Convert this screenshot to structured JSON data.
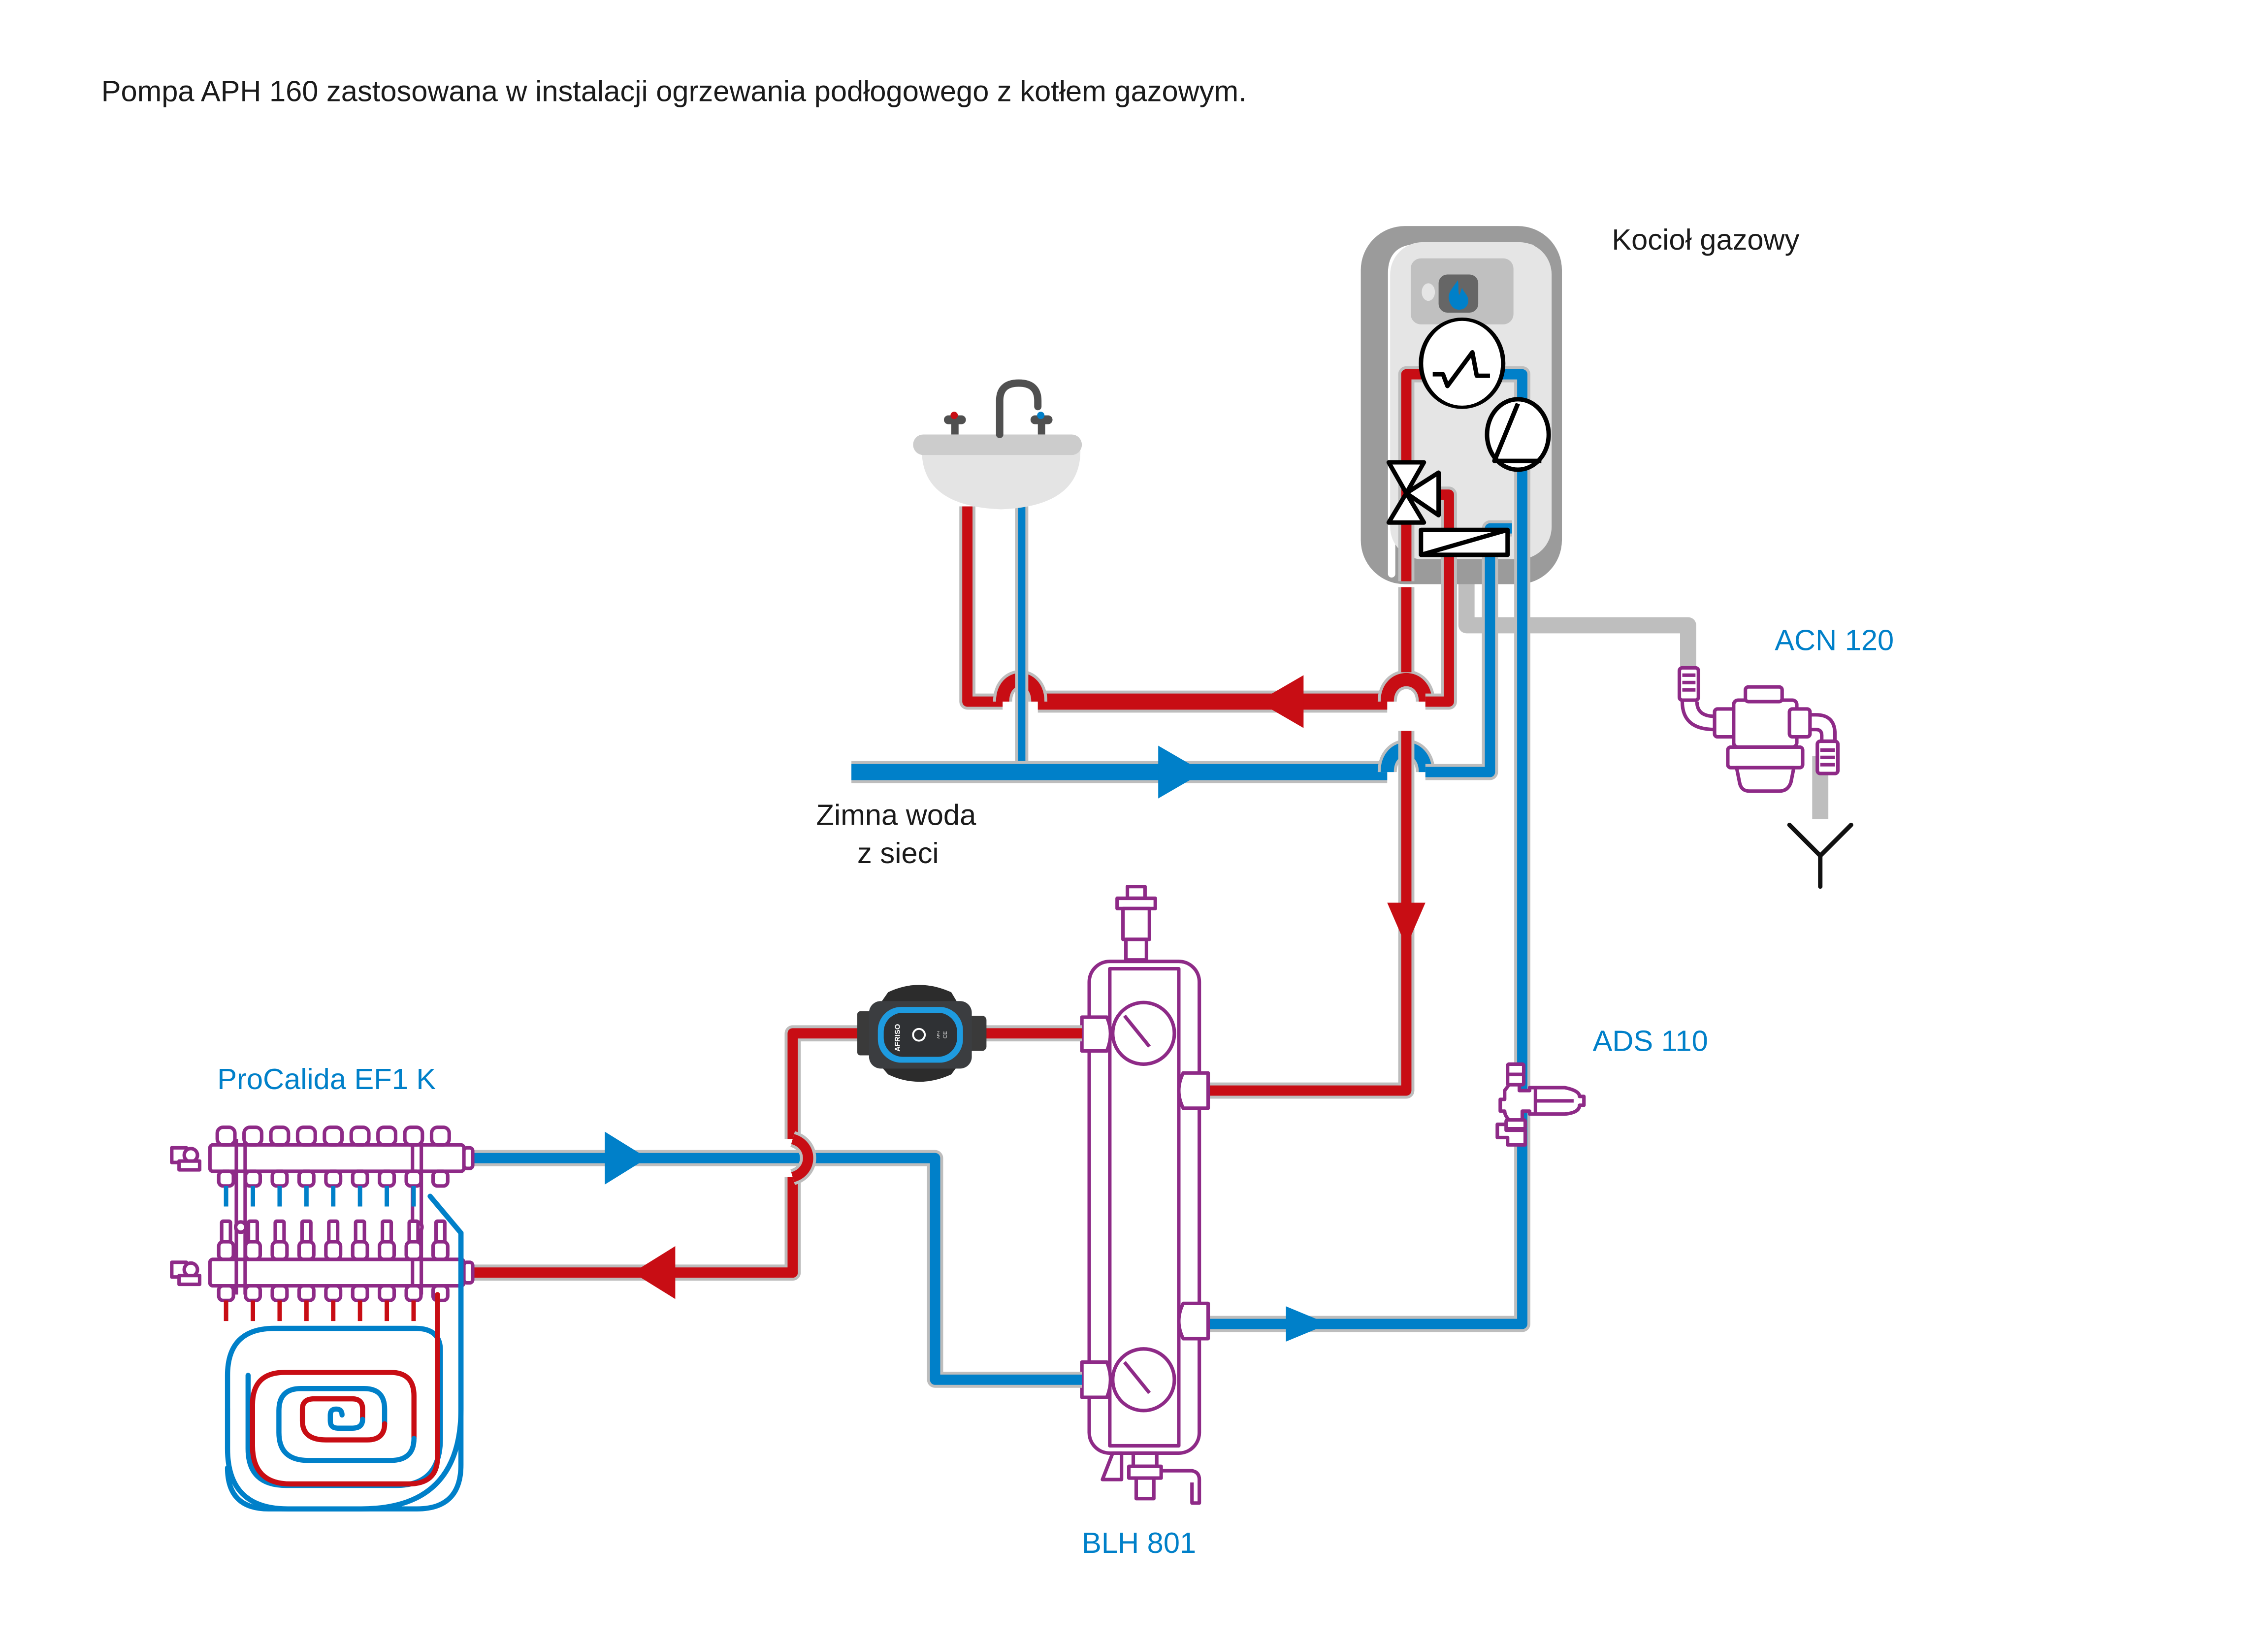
{
  "title": "Pompa APH 160 zastosowana w instalacji ogrzewania podłogowego z kotłem gazowym.",
  "colors": {
    "hot": "#c80d14",
    "cold": "#0080c9",
    "component": "#8e2a87",
    "label_blue": "#0080c9",
    "boiler_body": "#9b9b9b",
    "condensate_pipe": "#bebebe"
  },
  "labels": {
    "boiler": "Kocioł gazowy",
    "cold_water_line1": "Zimna woda",
    "cold_water_line2": "z sieci",
    "neutralizer": "ACN 120",
    "dirt_separator": "ADS 110",
    "manifold": "ProCalida EF1 K",
    "hydraulic_separator": "BLH 801"
  },
  "pump": {
    "brand": "AFRISO",
    "model_mark": "APH",
    "cert_mark": "CE"
  },
  "boiler_symbols": [
    "heat-exchanger",
    "circulation-pump",
    "three-way-valve",
    "plate-heat-exchanger",
    "flame-display"
  ],
  "manifold": {
    "circuits": 8
  },
  "flow_arrows": [
    {
      "pipe": "dhw-hot-to-sink",
      "direction": "left"
    },
    {
      "pipe": "cold-mains-to-boiler",
      "direction": "right"
    },
    {
      "pipe": "boiler-supply-to-separator",
      "direction": "down"
    },
    {
      "pipe": "separator-return-to-boiler",
      "direction": "right"
    },
    {
      "pipe": "manifold-supply",
      "direction": "right"
    },
    {
      "pipe": "manifold-return",
      "direction": "left"
    }
  ]
}
